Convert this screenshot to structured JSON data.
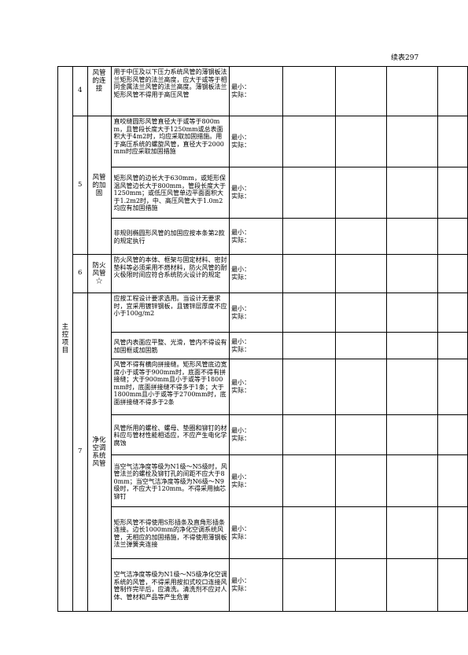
{
  "page": {
    "continued_label": "续表297"
  },
  "section": {
    "label": "主控项目"
  },
  "min_label": "最小：",
  "actual_label": "实际：",
  "items": [
    {
      "number": "4",
      "name": "风管的连接",
      "requirements": [
        "用于中压及以下压力系统风管的薄钢板法兰矩形风管的法兰高度，应大于或等于相同金属法兰风管的法兰高度。薄钢板法兰矩形风管不得用于高压风管"
      ]
    },
    {
      "number": "5",
      "name": "风管的加固",
      "requirements": [
        "直咬缝圆形风管直径大于或等于800mm，且管段长度大于1250mm或总表面积大于4m2时，均应采取加固措施。用于高压系统的螺旋风管，直径大于2000mm时应采取加固措施",
        "矩形风管的边长大于630mm，或矩形保温风管边长大于800mm，管段长度大于1250mm；或低压风管单边平面面积大于1.2m2时，中、高压风管大于1.0m2均应有加固措施",
        "非规则椭圆形风管的加固应按本条第2款的规定执行"
      ]
    },
    {
      "number": "6",
      "name": "防火风管☆",
      "requirements": [
        "防火风管的本体、框架与固定材料、密封垫料等必须采用不燃材料，防火风管的耐火极限时间应符合系统防火设计的规定"
      ]
    },
    {
      "number": "7",
      "name": "净化空调系统风管",
      "requirements": [
        "应按工程设计要求选用。当设计无要求时，宜采用镀锌钢板，且镀锌层厚度不应小于100g/m2",
        "风管内表面应平整、光滑，管内不得设有加固框或加固筋",
        "风管不得有横向拼接缝。矩形风管底边宽度小于或等于900mm时，底面不得有拼接缝；大于900mm且小于或等于1800mm时，底面拼接缝不得多于1条；大于1800mm且小于或等于2700mm时，底面拼接缝不得多于2条",
        "风管所用的螺栓、螺母、垫圈和铆钉的材料应与管材性能相适应，不应产生电化学腐蚀",
        "当空气洁净度等级为N1级～N5级时，风管法兰的螺栓及铆钉孔的间距不应大于80mm；当空气洁净度等级为N6级～N9级时，不应大于120mm。不得采用抽芯铆钉",
        "矩形风管不得使用S形插条及直角形插条连接。边长1000mm的净化空调系统风管，无相应的加固措施，不得使用薄钢板法兰弹簧夹连接",
        "空气洁净度等级为N1级～N5级净化空调系统的风管，不得采用按扣式咬口连接风管制作完毕后，应清洗。清洗剂不应对人体、管材和产品等产生危害"
      ]
    }
  ]
}
